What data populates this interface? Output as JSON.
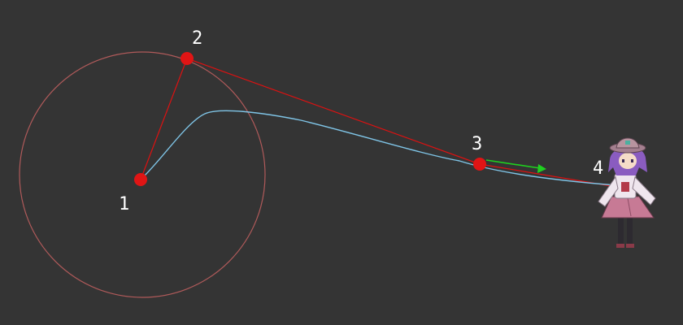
{
  "colors": {
    "background": "#343434",
    "radius_circle": "#b05a5a",
    "control_polygon": "#dd1111",
    "control_point": "#e01515",
    "curve": "#7fc4e6",
    "velocity_arrow": "#1fd11f",
    "label": "#ffffff"
  },
  "points": [
    {
      "id": "1",
      "label": "1"
    },
    {
      "id": "2",
      "label": "2"
    },
    {
      "id": "3",
      "label": "3"
    },
    {
      "id": "4",
      "label": "4"
    }
  ],
  "character": {
    "icon": "character-sprite-icon"
  }
}
